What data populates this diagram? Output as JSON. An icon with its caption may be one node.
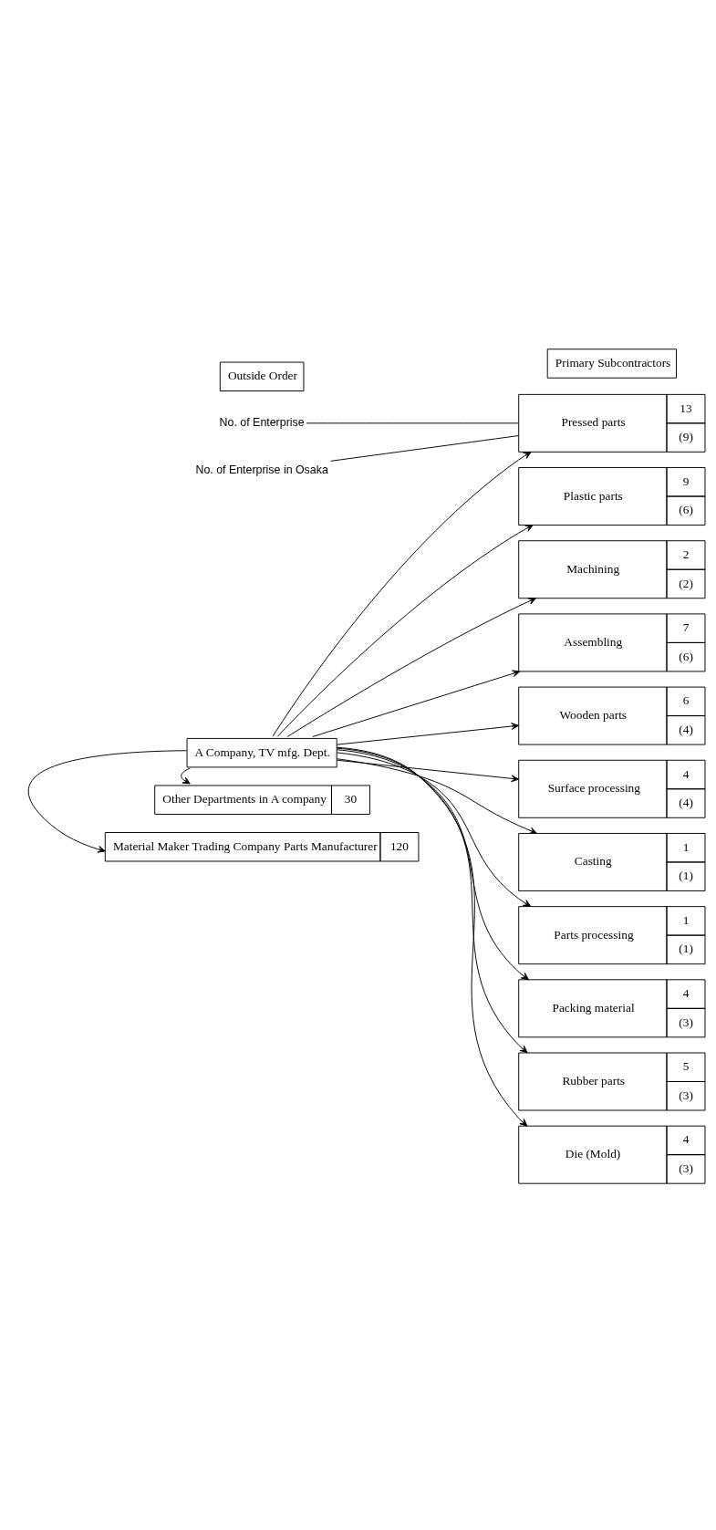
{
  "diagram": {
    "nodes": [
      {
        "text": [
          "Outside Order"
        ]
      },
      {
        "text": [
          "Material Maker Trading Company Parts Manufacturer",
          "120"
        ]
      },
      {
        "text": [
          "A Company, TV mfg. Dept."
        ]
      },
      {
        "text": [
          "Other Departments in A company",
          "30"
        ]
      },
      {
        "text": [
          "Primary Subcontractors"
        ]
      },
      {
        "text": [
          "Pressed parts",
          "13",
          "(9)"
        ]
      },
      {
        "text": [
          "Plastic parts",
          "9",
          "(6)"
        ]
      },
      {
        "text": [
          "Machining",
          "2",
          "(2)"
        ]
      },
      {
        "text": [
          "Assembling",
          "7",
          "(6)"
        ]
      },
      {
        "text": [
          "Wooden parts",
          "6",
          "(4)"
        ]
      },
      {
        "text": [
          "Surface processing",
          "4",
          "(4)"
        ]
      },
      {
        "text": [
          "Casting",
          "1",
          "(1)"
        ]
      },
      {
        "text": [
          "Parts processing",
          "1",
          "(1)"
        ]
      },
      {
        "text": [
          "Packing material",
          "4",
          "(3)"
        ]
      },
      {
        "text": [
          "Rubber parts",
          "5",
          "(3)"
        ]
      },
      {
        "text": [
          "Die (Mold)",
          "4",
          "(3)"
        ]
      },
      {
        "text": [
          "No. of Enterprise"
        ]
      },
      {
        "text": [
          "No. of Enterprise in Osaka"
        ]
      }
    ],
    "edges": [
      {
        "from": 2,
        "to": 1,
        "arrow": "to"
      },
      {
        "from": 2,
        "to": 3,
        "arrow": "to"
      },
      {
        "from": 2,
        "to": 5,
        "arrow": "to"
      },
      {
        "from": 2,
        "to": 6,
        "arrow": "to"
      },
      {
        "from": 2,
        "to": 7,
        "arrow": "to"
      },
      {
        "from": 2,
        "to": 8,
        "arrow": "to"
      },
      {
        "from": 2,
        "to": 9,
        "arrow": "to"
      },
      {
        "from": 2,
        "to": 10,
        "arrow": "to"
      },
      {
        "from": 2,
        "to": 11,
        "arrow": "to"
      },
      {
        "from": 2,
        "to": 12,
        "arrow": "to"
      },
      {
        "from": 2,
        "to": 13,
        "arrow": "to"
      },
      {
        "from": 2,
        "to": 14,
        "arrow": "to"
      },
      {
        "from": 2,
        "to": 15,
        "arrow": "to"
      },
      {
        "from": 16,
        "to": 5,
        "arrow": "none"
      },
      {
        "from": 17,
        "to": 5,
        "arrow": "none"
      }
    ]
  }
}
